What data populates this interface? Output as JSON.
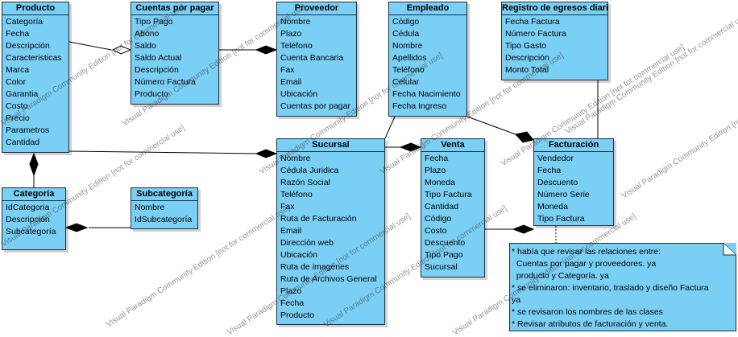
{
  "classes": {
    "producto": {
      "name": "Producto",
      "attrs": [
        "Categoría",
        "Fecha",
        "Descripción",
        "Caracteristicas",
        "Marca",
        "Color",
        "Garantia",
        "Costo",
        "Precio",
        "Parametros",
        "Cantidad"
      ]
    },
    "cuentas": {
      "name": "Cuentas por pagar",
      "attrs": [
        "Tipo Pago",
        "Abono",
        "Saldo",
        "Saldo Actual",
        "Descripción",
        "Número Factura",
        "Producto"
      ]
    },
    "proveedor": {
      "name": "Proveedor",
      "attrs": [
        "Nombre",
        "Plazo",
        "Teléfono",
        "Cuenta Bancaria",
        "Fax",
        "Email",
        "Ubicación",
        "Cuentas por pagar"
      ]
    },
    "empleado": {
      "name": "Empleado",
      "attrs": [
        "Código",
        "Cédula",
        "Nombre",
        "Apellidos",
        "Teléfono",
        "Celular",
        "Fecha Nacimiento",
        "Fecha Ingreso"
      ]
    },
    "registro": {
      "name": "Registro de egresos diarios",
      "attrs": [
        "Fecha Factura",
        "Número Factura",
        "Tipo Gasto",
        "Descripción",
        "Monto Total"
      ]
    },
    "categoria": {
      "name": "Categoría",
      "attrs": [
        "IdCategoria",
        "Descripción",
        "Subcategoría"
      ]
    },
    "subcategoria": {
      "name": "Subcategoría",
      "attrs": [
        "Nombre",
        "IdSubcategoría"
      ]
    },
    "sucursal": {
      "name": "Sucursal",
      "attrs": [
        "Nombre",
        "Cédula Juridica",
        "Razón Social",
        "Teléfono",
        "Fax",
        "Ruta de Facturación",
        "Email",
        "Dirección web",
        "Ubicación",
        "Ruta de imagenes",
        "Ruta de Archivos General",
        "Plazo",
        "Fecha",
        "Producto"
      ]
    },
    "venta": {
      "name": "Venta",
      "attrs": [
        "Fecha",
        "Plazo",
        "Moneda",
        "Tipo Factura",
        "Cantidad",
        "Código",
        "Costo",
        "Descuento",
        "Tipo Pago",
        "Sucursal"
      ]
    },
    "facturacion": {
      "name": "Facturación",
      "attrs": [
        "Vendedor",
        "Fecha",
        "Descuento",
        "Número Serie",
        "Moneda",
        "Tipo Factura"
      ]
    }
  },
  "note": {
    "lines": [
      "* había que revisar las relaciones entre:",
      "  Cuentas por pagar y proveedores. ya",
      "  producto y Categoría. ya",
      "* se eliminaron: inventario, traslado y diseño Factura",
      "ya",
      "* se revisaron los nombres de las clases",
      "* Revisar atributos de facturación y venta."
    ]
  },
  "watermark": "Visual Paradigm Community Edition [not for commercial use]"
}
